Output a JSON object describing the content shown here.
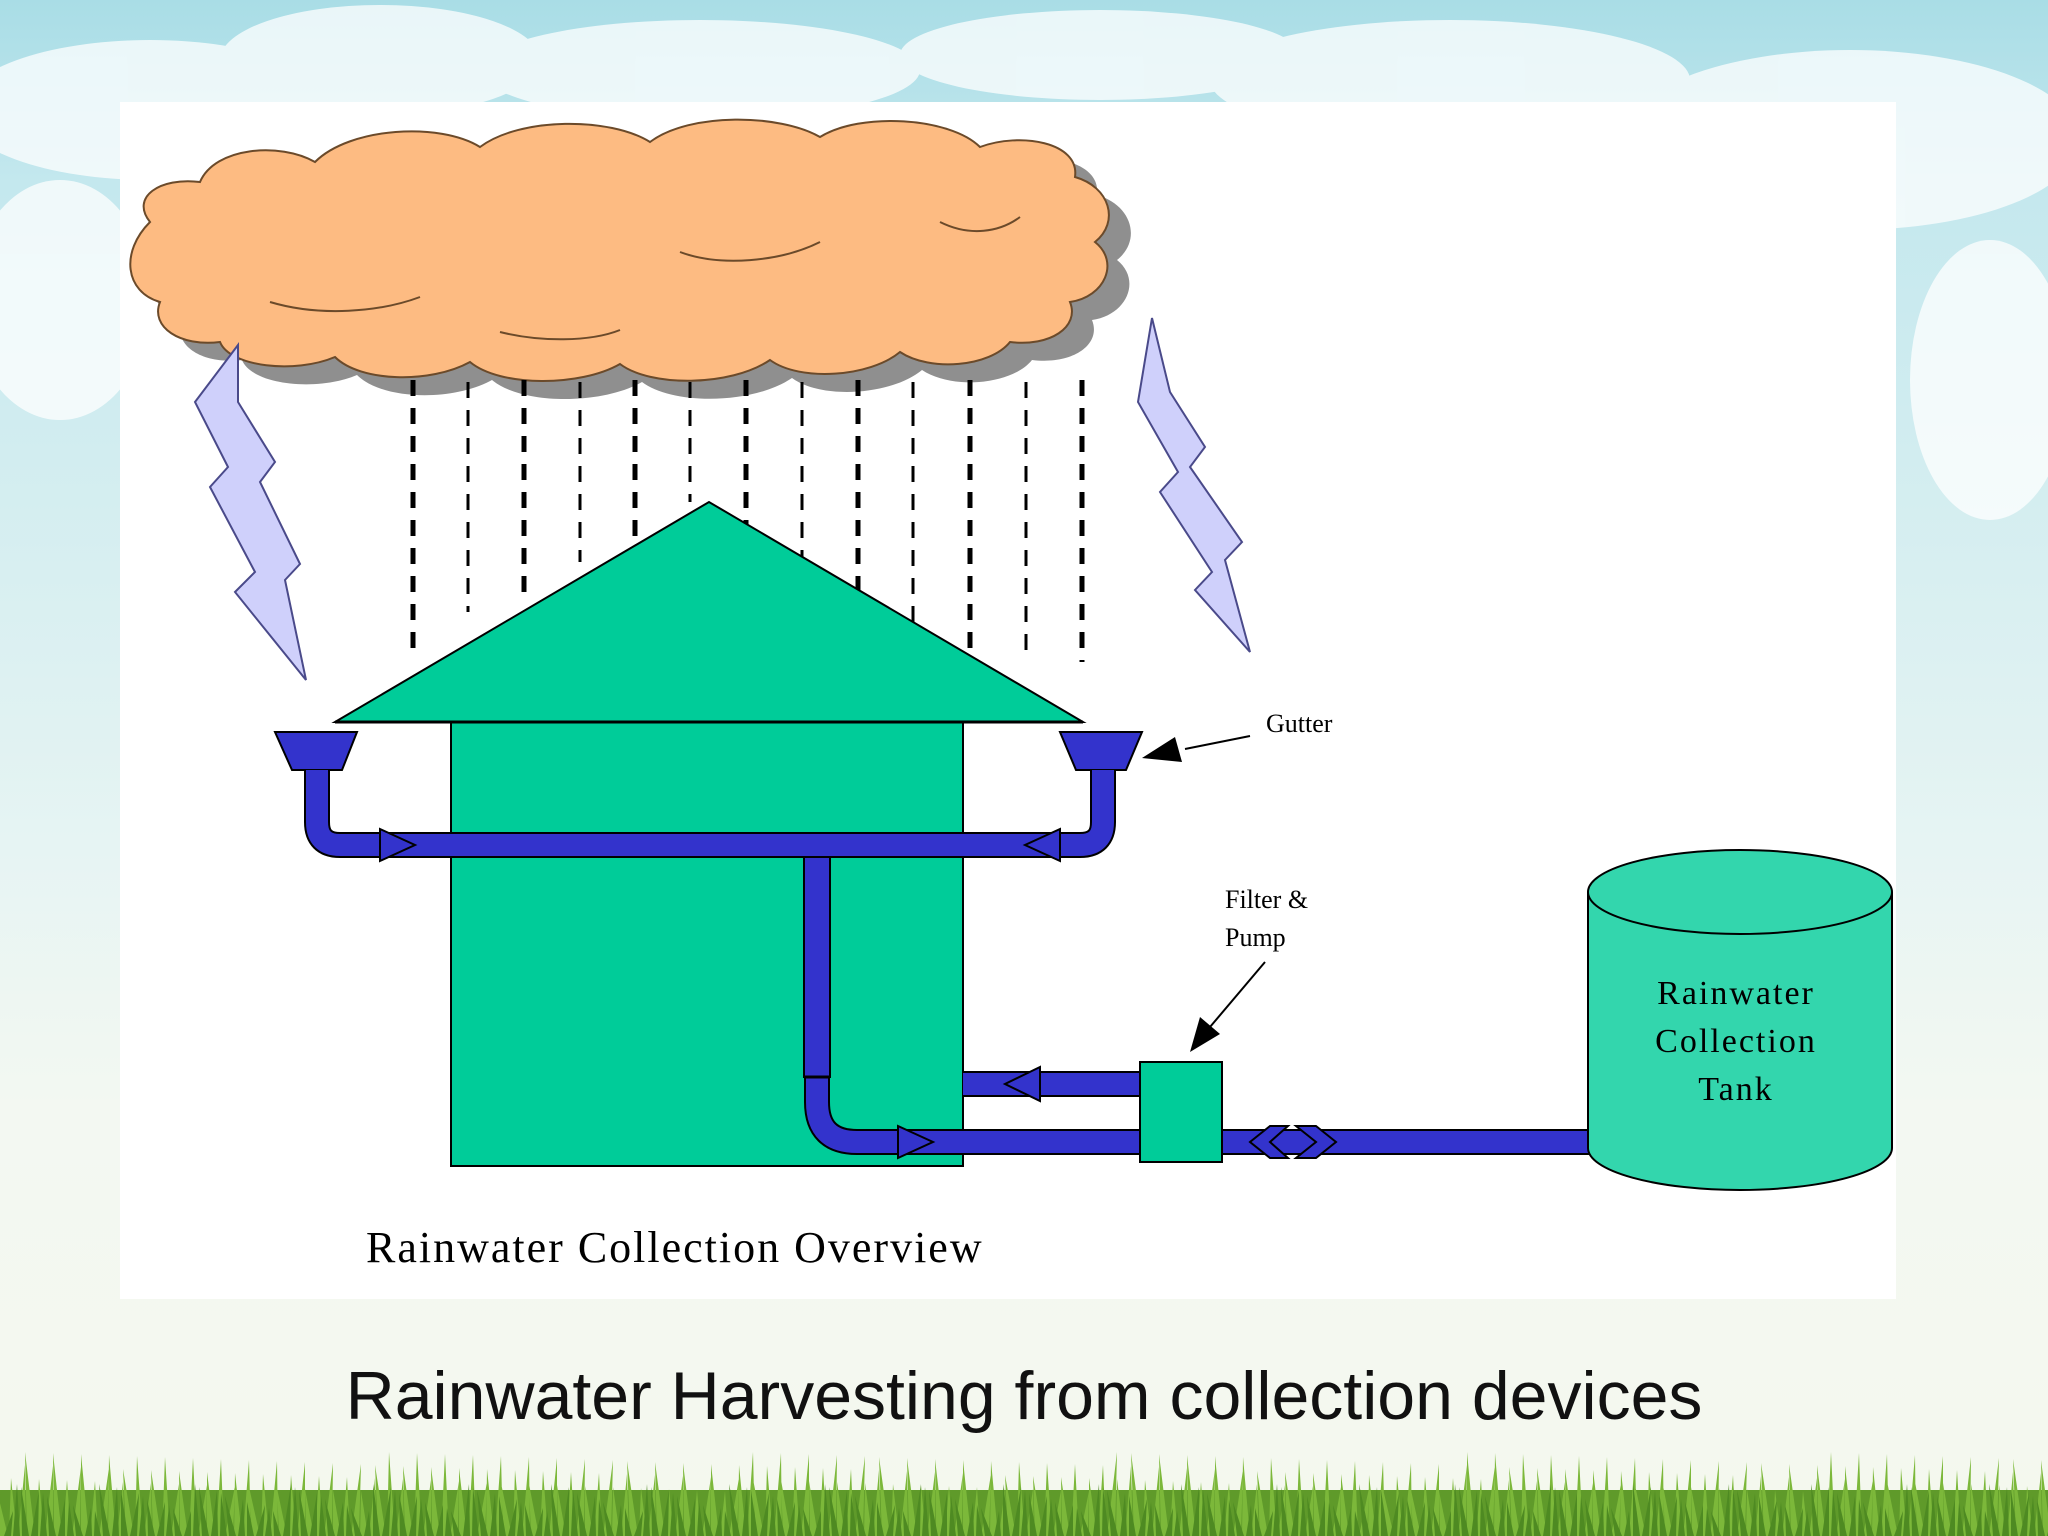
{
  "diagram": {
    "gutter_label": "Gutter",
    "filter_label_line1": "Filter &",
    "filter_label_line2": "Pump",
    "tank_label_line1": "Rainwater",
    "tank_label_line2": "Collection",
    "tank_label_line3": "Tank",
    "figure_title": "Rainwater Collection Overview"
  },
  "slide": {
    "caption": "Rainwater Harvesting from collection devices"
  },
  "colors": {
    "cloud": "#fdbb82",
    "cloud_shadow": "#8f8f8f",
    "lightning": "#cfd0fb",
    "house": "#00cc99",
    "pipe": "#3333cc",
    "tank": "#33d6ad",
    "rain": "#000000"
  },
  "icons": {
    "cloud": "cloud-icon",
    "lightning": "lightning-icon",
    "gutter": "gutter-funnel-icon",
    "arrow": "flow-arrow-icon"
  }
}
